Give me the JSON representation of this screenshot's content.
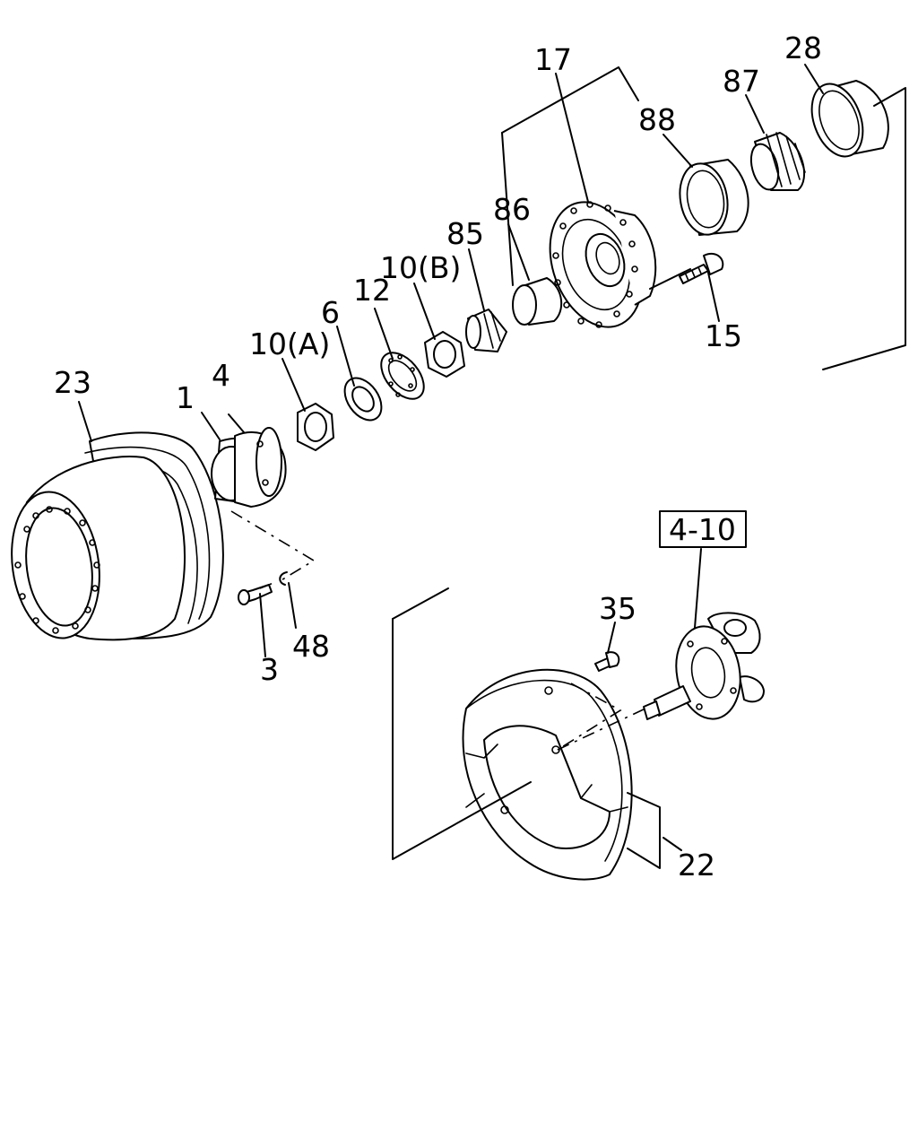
{
  "diagram": {
    "labels": {
      "p1": "1",
      "p3": "3",
      "p4": "4",
      "p6": "6",
      "p10a": "10(A)",
      "p10b": "10(B)",
      "p12": "12",
      "p15": "15",
      "p17": "17",
      "p22": "22",
      "p23": "23",
      "p28": "28",
      "p35": "35",
      "p48": "48",
      "p85": "85",
      "p86": "86",
      "p87": "87",
      "p88": "88",
      "ref": "4-10"
    }
  }
}
